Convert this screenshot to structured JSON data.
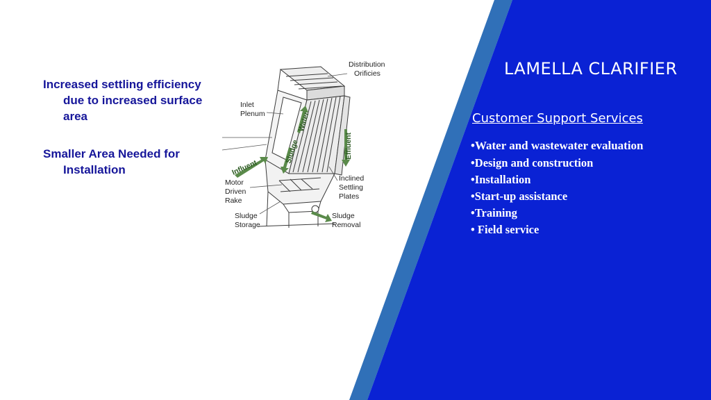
{
  "colors": {
    "panel_blue": "#0a22d4",
    "stripe_blue": "#3070b8",
    "left_text": "#16169a"
  },
  "left_bullets": [
    "Increased settling efficiency due to increased surface area",
    "Smaller Area Needed for Installation"
  ],
  "diagram": {
    "labels": {
      "distribution_orifices": [
        "Distribution",
        "Orificies"
      ],
      "inlet_plenum": [
        "Inlet",
        "Plenum"
      ],
      "effluent": "Effluent",
      "water": "Water",
      "sludge_arrow": "Sludge",
      "influent": "Influent",
      "motor_driven_rake": [
        "Motor",
        "Driven",
        "Rake"
      ],
      "inclined_settling_plates": [
        "Inclined",
        "Settling",
        "Plates"
      ],
      "sludge_storage": [
        "Sludge",
        "Storage"
      ],
      "sludge_removal": [
        "Sludge",
        "Removal"
      ]
    }
  },
  "right_panel": {
    "title": "LAMELLA CLARIFIER",
    "subtitle": "Customer Support Services",
    "services": [
      "•Water and wastewater evaluation",
      "•Design and construction",
      "•Installation",
      "•Start-up assistance",
      "•Training",
      "• Field service"
    ]
  }
}
